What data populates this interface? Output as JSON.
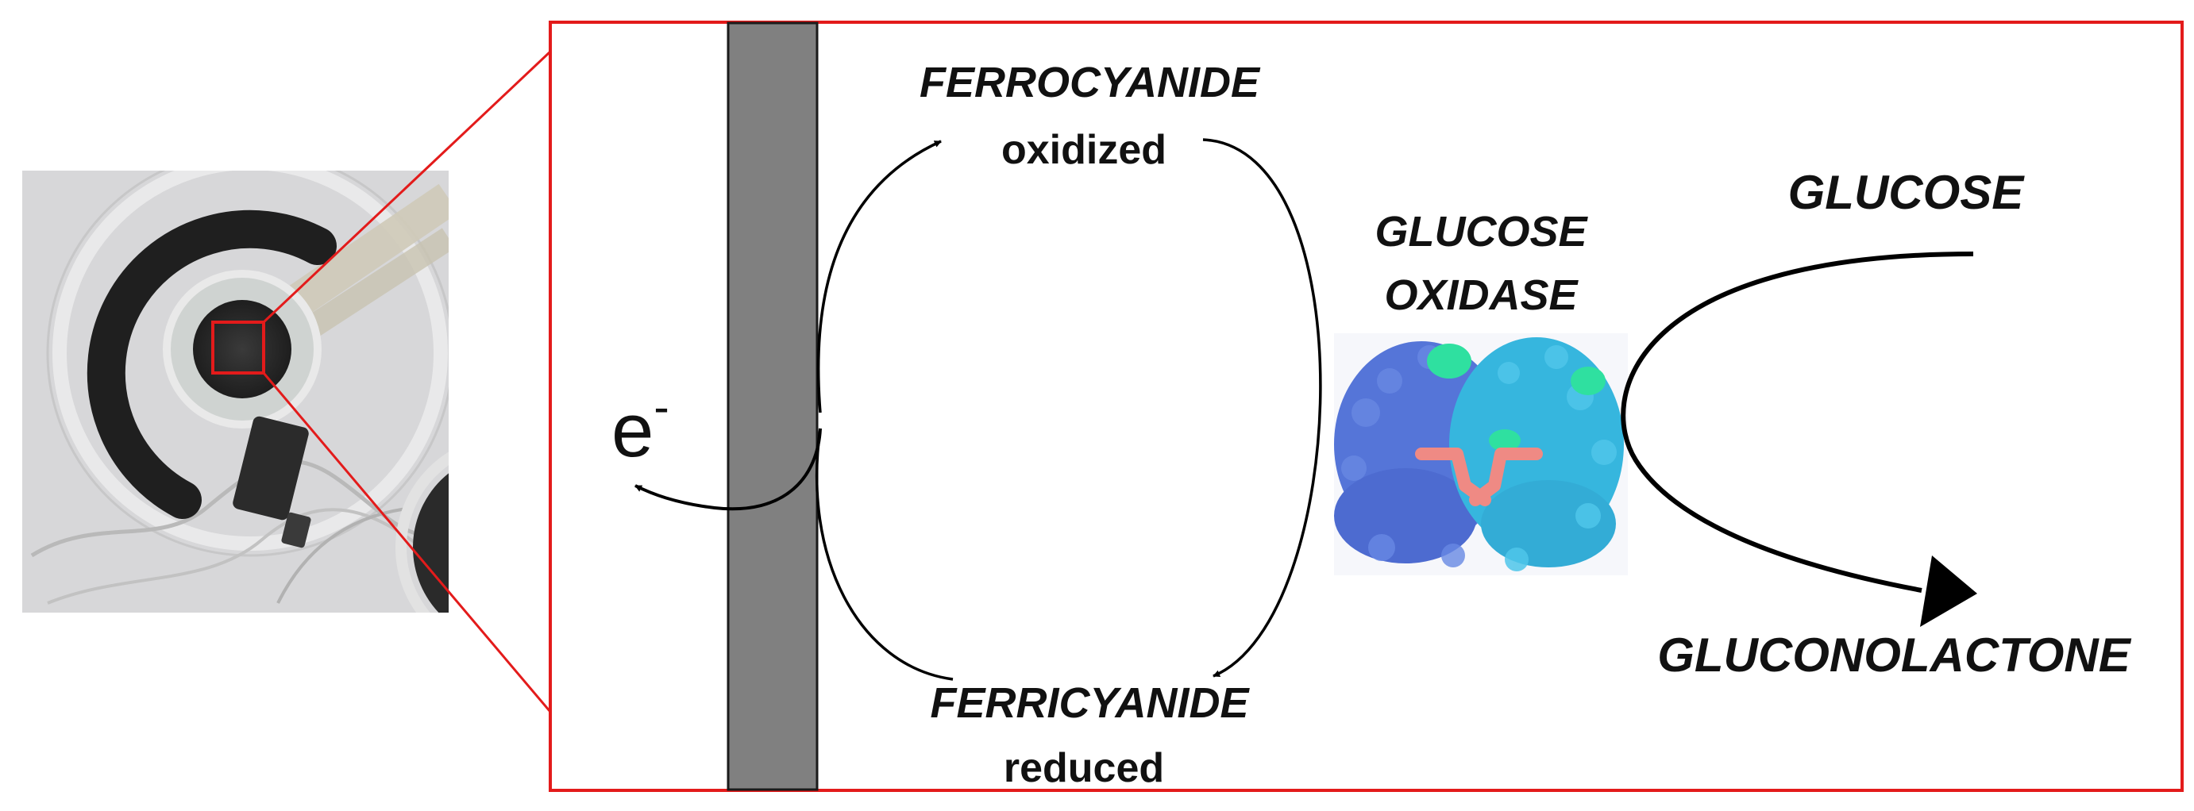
{
  "colors": {
    "frame": "#e31b1b",
    "electrode": "#808080",
    "arrow": "#000000",
    "protein_blue": "#5575d8",
    "protein_cyan": "#36b6de",
    "protein_green": "#2fe0a0",
    "protein_pink": "#ef8a84"
  },
  "icons": {
    "photo": "sensor-photo",
    "protein": "glucose-oxidase-protein"
  },
  "labels": {
    "ferrocyanide": "FERROCYANIDE",
    "oxidized": "oxidized",
    "ferricyanide": "FERRICYANIDE",
    "reduced": "reduced",
    "electron": "e",
    "electron_sup": "-",
    "glucose_oxidase_1": "GLUCOSE",
    "glucose_oxidase_2": "OXIDASE",
    "glucose": "GLUCOSE",
    "gluconolactone": "GLUCONOLACTONE"
  }
}
